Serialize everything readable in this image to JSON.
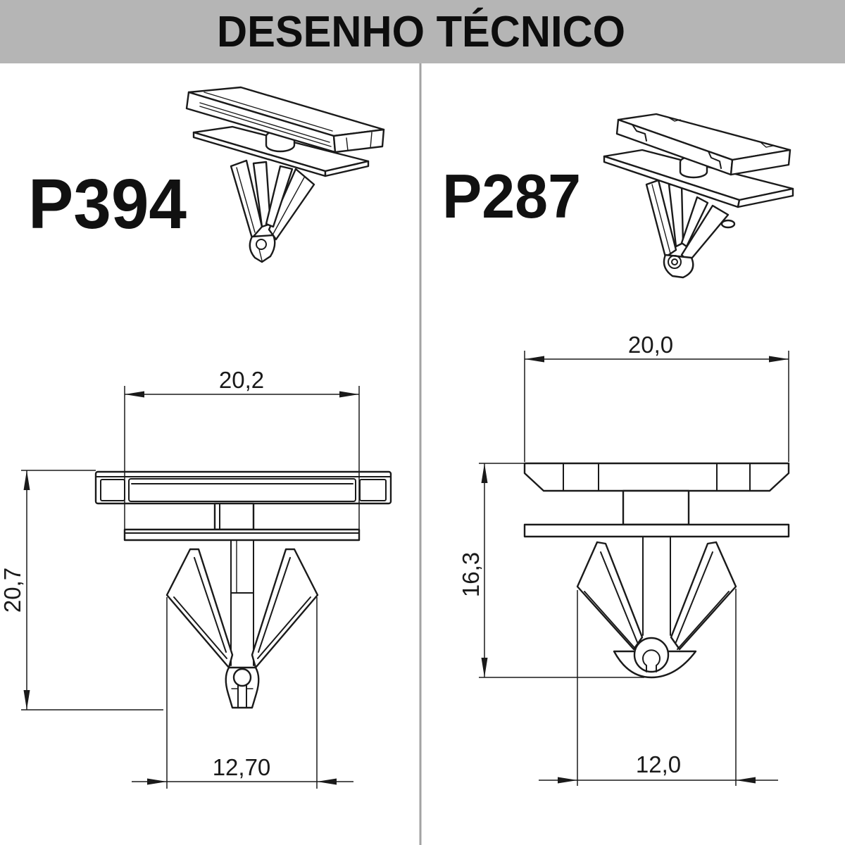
{
  "header": {
    "title": "DESENHO TÉCNICO"
  },
  "parts": [
    {
      "code": "P394",
      "dimensions": {
        "top_width": "20,2",
        "height": "20,7",
        "bottom_width": "12,70"
      }
    },
    {
      "code": "P287",
      "dimensions": {
        "top_width": "20,0",
        "height": "16,3",
        "bottom_width": "12,0"
      }
    }
  ],
  "colors": {
    "header_bg": "#b5b5b5",
    "divider": "#a3a3a3",
    "line": "#1a1a1a",
    "background": "#ffffff"
  }
}
